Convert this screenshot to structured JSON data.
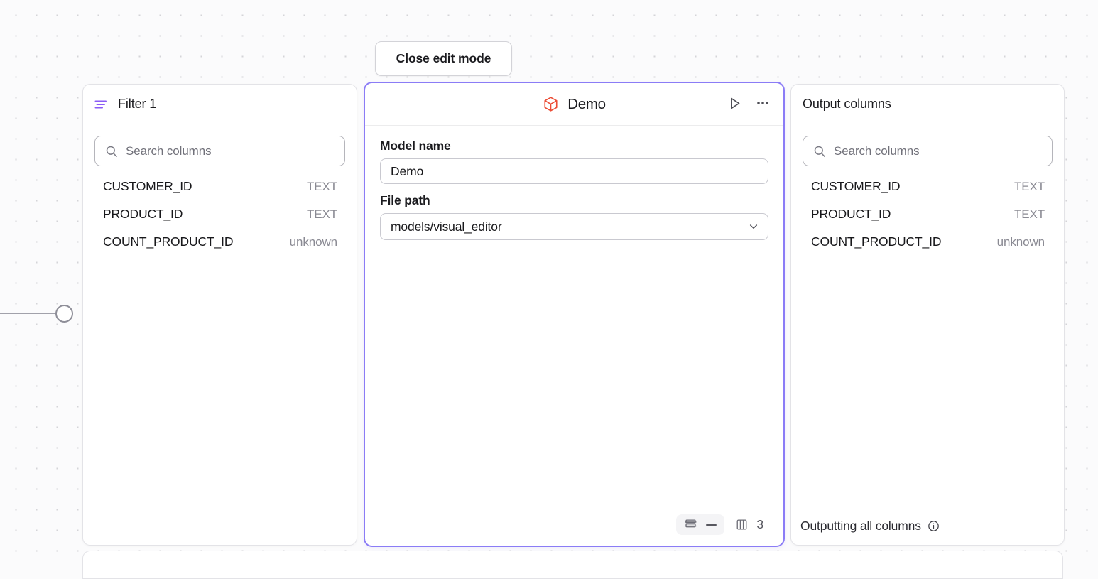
{
  "canvas": {
    "background_color": "#fbfbfc",
    "dot_color": "#d4d4d8"
  },
  "toolbar": {
    "close_edit_mode_label": "Close edit mode"
  },
  "filter_panel": {
    "icon": "filter-icon",
    "icon_color": "#8b5cf6",
    "title": "Filter 1",
    "search": {
      "icon": "search-icon",
      "placeholder": "Search columns",
      "value": ""
    },
    "columns": [
      {
        "name": "CUSTOMER_ID",
        "type": "TEXT"
      },
      {
        "name": "PRODUCT_ID",
        "type": "TEXT"
      },
      {
        "name": "COUNT_PRODUCT_ID",
        "type": "unknown"
      }
    ]
  },
  "model_panel": {
    "selected": true,
    "accent_color": "#8b7cf6",
    "icon": "cube-icon",
    "icon_color": "#ec4c35",
    "title": "Demo",
    "actions": [
      {
        "name": "run-button",
        "icon": "play-icon"
      },
      {
        "name": "more-options-button",
        "icon": "ellipsis-icon"
      }
    ],
    "fields": [
      {
        "label": "Model name",
        "type": "text",
        "value": "Demo",
        "placeholder": "Model name"
      },
      {
        "label": "File path",
        "type": "select",
        "value": "models/visual_editor",
        "options": [
          "models/visual_editor"
        ],
        "icon": "chevron-down-icon"
      }
    ],
    "footer": {
      "rows_icon": "rows-icon",
      "rows_value": "—",
      "columns_icon": "columns-icon",
      "columns_value": "3"
    }
  },
  "output_panel": {
    "title": "Output columns",
    "search": {
      "icon": "search-icon",
      "placeholder": "Search columns",
      "value": ""
    },
    "columns": [
      {
        "name": "CUSTOMER_ID",
        "type": "TEXT"
      },
      {
        "name": "PRODUCT_ID",
        "type": "TEXT"
      },
      {
        "name": "COUNT_PRODUCT_ID",
        "type": "unknown"
      }
    ],
    "footer_text": "Outputting all columns",
    "footer_icon": "info-icon"
  }
}
